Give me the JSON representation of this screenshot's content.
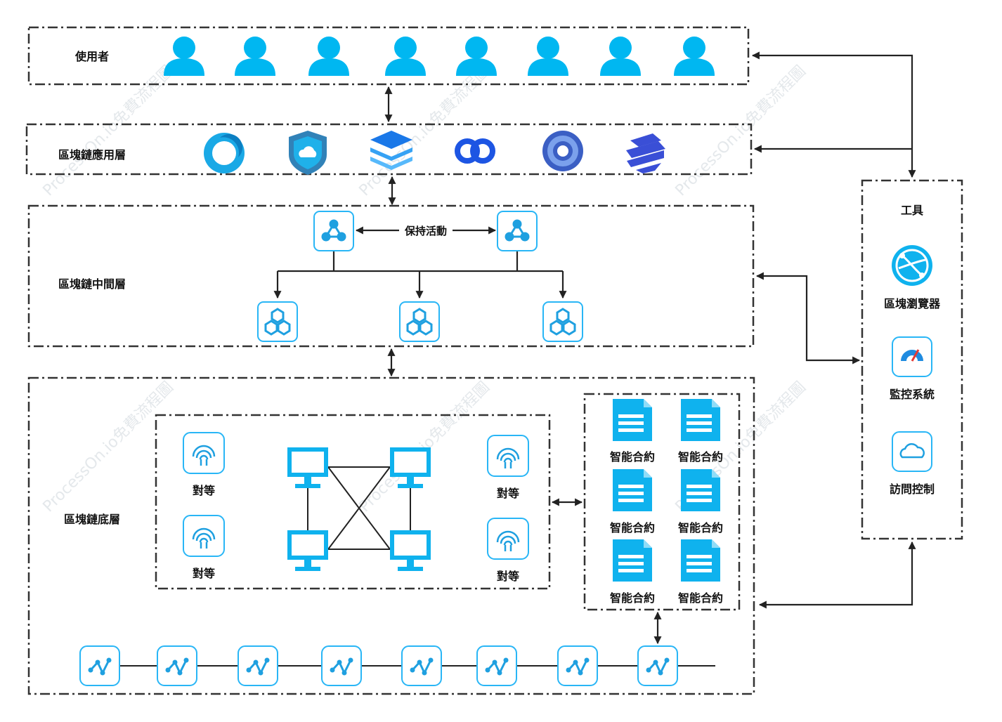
{
  "colors": {
    "accent": "#00b7f1",
    "icon_blue": "#1fa0e0",
    "border": "#333333",
    "line": "#222222"
  },
  "layers": {
    "users": "使用者",
    "apps": "區塊鏈應用層",
    "middleware": "區塊鏈中間層",
    "base": "區塊鏈底層"
  },
  "middleware": {
    "keepalive": "保持活動"
  },
  "peers": [
    "對等",
    "對等",
    "對等",
    "對等"
  ],
  "contracts": [
    "智能合約",
    "智能合約",
    "智能合約",
    "智能合約",
    "智能合約",
    "智能合約"
  ],
  "tools": {
    "title": "工具",
    "items": [
      "區塊瀏覽器",
      "監控系統",
      "訪問控制"
    ]
  },
  "icons": {
    "user": "user-icon",
    "apps": [
      "ring-app-icon",
      "cloud-shield-icon",
      "layers-icon",
      "link-rings-icon",
      "orbit-icon",
      "striped-globe-icon"
    ],
    "hub": "hub-node-icon",
    "hexagon": "hexagon-cluster-icon",
    "peer": "peer-fingerprint-icon",
    "computer": "computer-icon",
    "contract": "document-icon",
    "chain_node": "chain-node-icon",
    "tools": [
      "globe-icon",
      "speedometer-icon",
      "cloud-icon"
    ]
  },
  "watermark": "ProcessOn.io免費流程圖"
}
